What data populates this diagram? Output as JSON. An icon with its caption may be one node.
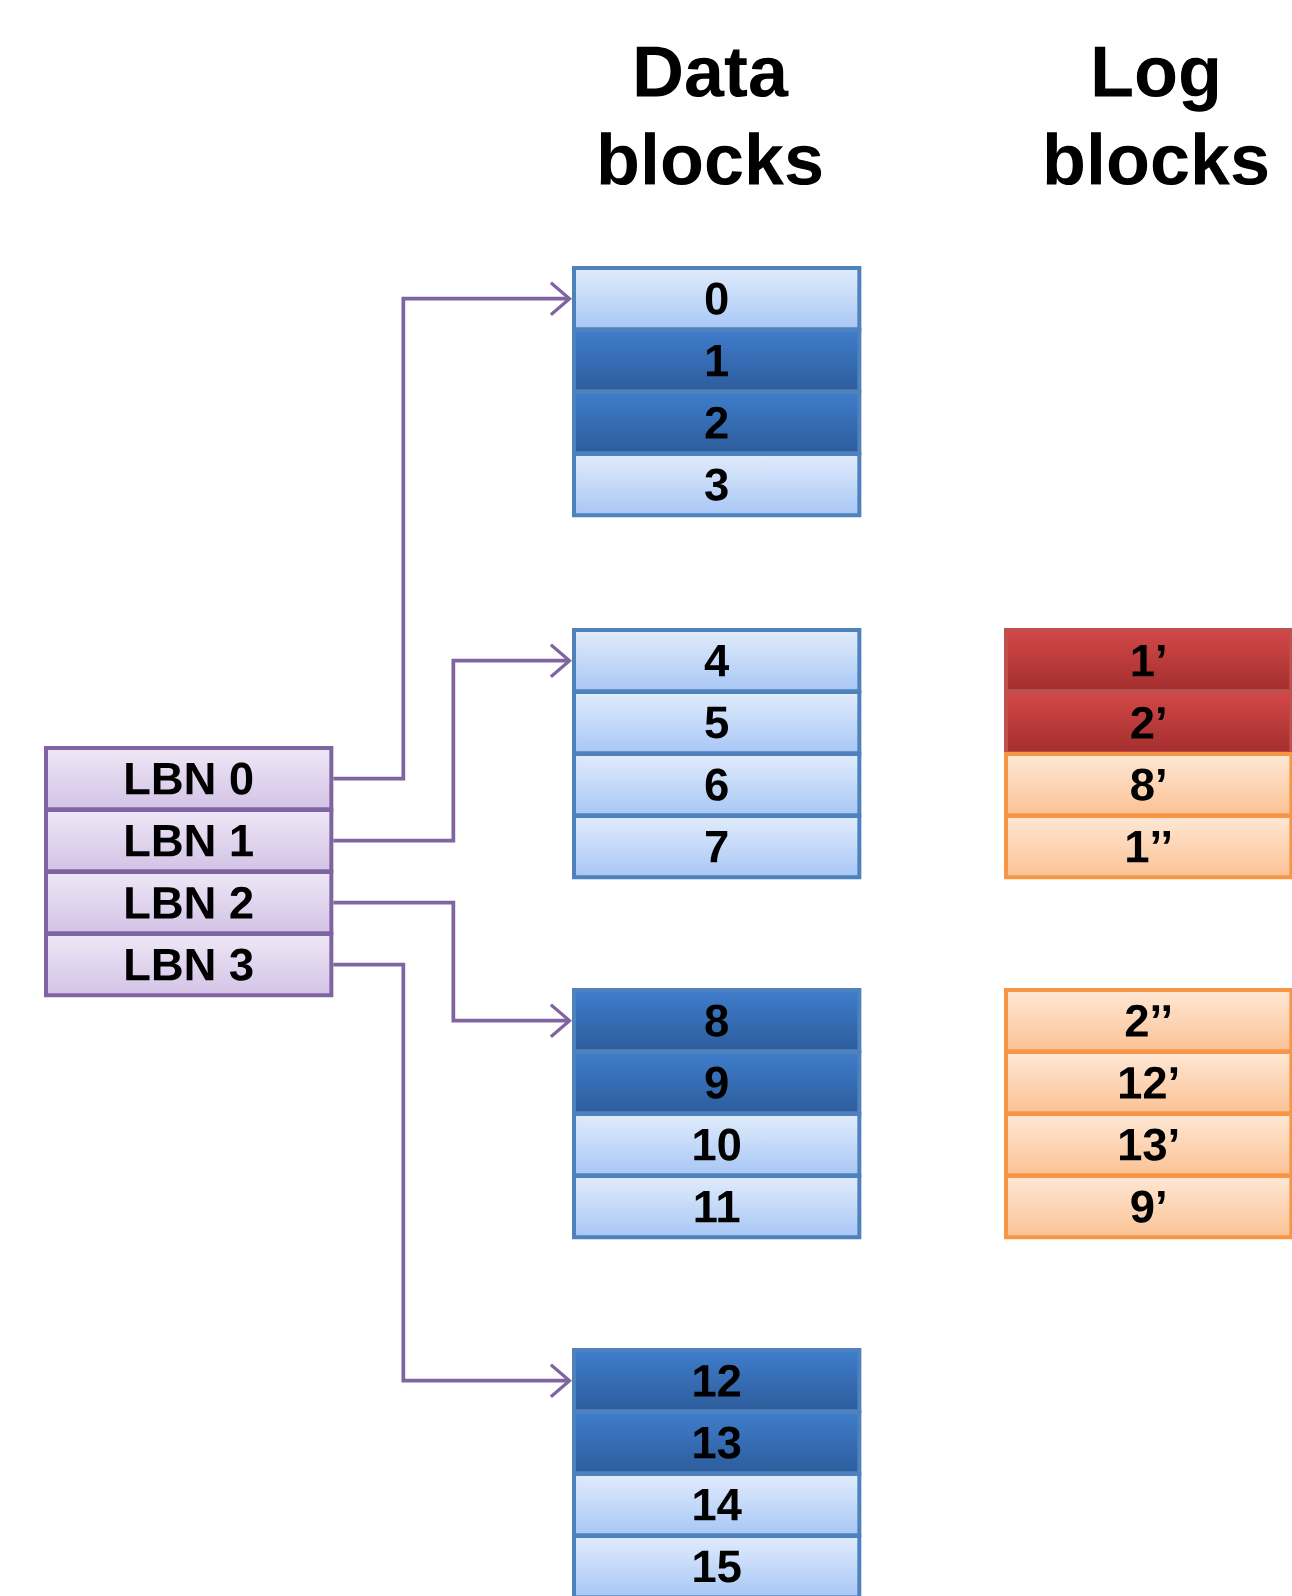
{
  "diagram": {
    "nodes": [
      {
        "text": [
          "LBN 0"
        ]
      },
      {
        "text": [
          "LBN 1"
        ]
      },
      {
        "text": [
          "LBN 2"
        ]
      },
      {
        "text": [
          "LBN 3"
        ]
      },
      {
        "text": [
          "0"
        ]
      },
      {
        "text": [
          "1"
        ]
      },
      {
        "text": [
          "2"
        ]
      },
      {
        "text": [
          "3"
        ]
      },
      {
        "text": [
          "4"
        ]
      },
      {
        "text": [
          "5"
        ]
      },
      {
        "text": [
          "6"
        ]
      },
      {
        "text": [
          "7"
        ]
      },
      {
        "text": [
          "8"
        ]
      },
      {
        "text": [
          "9"
        ]
      },
      {
        "text": [
          "10"
        ]
      },
      {
        "text": [
          "11"
        ]
      },
      {
        "text": [
          "12"
        ]
      },
      {
        "text": [
          "13"
        ]
      },
      {
        "text": [
          "14"
        ]
      },
      {
        "text": [
          "15"
        ]
      },
      {
        "text": [
          "1’"
        ]
      },
      {
        "text": [
          "2’"
        ]
      },
      {
        "text": [
          "8’"
        ]
      },
      {
        "text": [
          "1’’"
        ]
      },
      {
        "text": [
          "2’’"
        ]
      },
      {
        "text": [
          "12’"
        ]
      },
      {
        "text": [
          "13’"
        ]
      },
      {
        "text": [
          "9’"
        ]
      }
    ],
    "edges": [
      {
        "from": 0,
        "to": 4,
        "arrow": "to"
      },
      {
        "from": 1,
        "to": 8,
        "arrow": "to"
      },
      {
        "from": 2,
        "to": 12,
        "arrow": "to"
      },
      {
        "from": 3,
        "to": 16,
        "arrow": "to"
      }
    ],
    "labels": [
      "Data blocks",
      "Log blocks"
    ]
  }
}
